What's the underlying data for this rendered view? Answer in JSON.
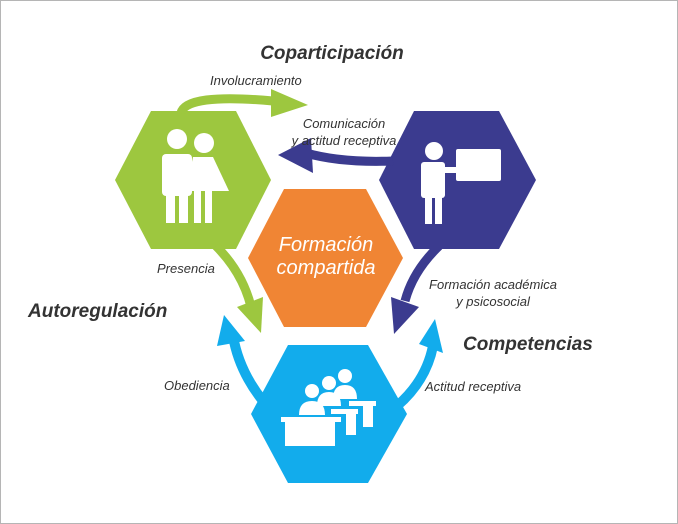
{
  "headings": {
    "top": "Coparticipación",
    "left": "Autoregulación",
    "right": "Competencias"
  },
  "center": {
    "line1": "Formación",
    "line2": "compartida"
  },
  "arrows": {
    "involucramiento": "Involucramiento",
    "comunicacion_1": "Comunicación",
    "comunicacion_2": "y actitud receptiva",
    "presencia": "Presencia",
    "formacion_1": "Formación académica",
    "formacion_2": "y psicosocial",
    "obediencia": "Obediencia",
    "actitud": "Actitud receptiva"
  },
  "colors": {
    "green": "#9dc73f",
    "navy": "#3b3b8f",
    "orange": "#f08534",
    "cyan": "#12acec"
  }
}
